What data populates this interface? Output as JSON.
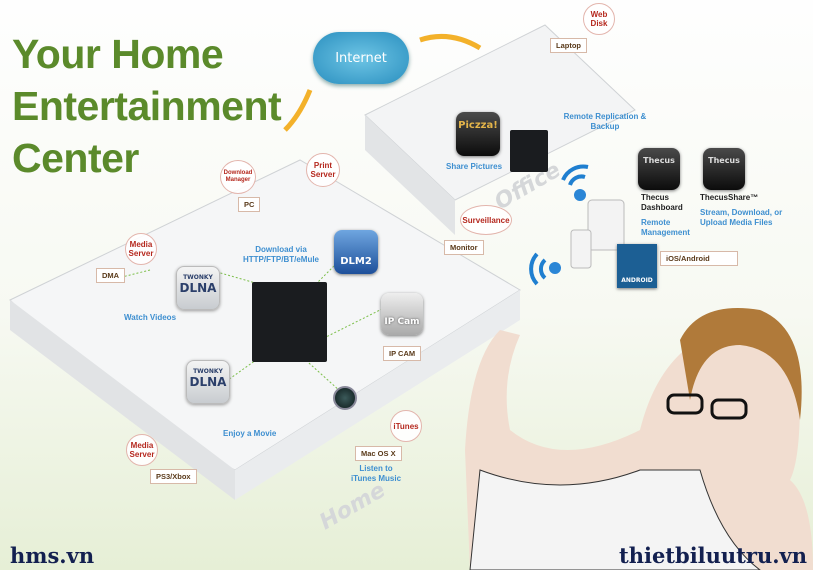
{
  "title": {
    "line1": "Your Home",
    "line2": "Entertainment",
    "line3": "Center"
  },
  "cloud_label": "Internet",
  "bubbles": {
    "web_disk": "Web Disk",
    "download_manager": "Download Manager",
    "print_server": "Print Server",
    "media_server_top": "Media Server",
    "surveillance": "Surveillance",
    "media_server_bottom": "Media Server",
    "itunes": "iTunes"
  },
  "boxes": {
    "laptop": "Laptop",
    "pc": "PC",
    "dma": "DMA",
    "monitor": "Monitor",
    "ip_cam": "IP CAM",
    "mac_os_x": "Mac OS X",
    "ps3_xbox": "PS3/Xbox",
    "ios_android": "iOS/Android"
  },
  "captions": {
    "remote_replication": "Remote Replication & Backup",
    "share_pictures": "Share Pictures",
    "download_via": "Download via HTTP/FTP/BT/eMule",
    "watch_videos": "Watch Videos",
    "enjoy_movie": "Enjoy a Movie",
    "listen_itunes": "Listen to iTunes Music",
    "remote_management": "Remote Management",
    "stream_download": "Stream, Download, or Upload Media Files"
  },
  "apps": {
    "piczza": "Piczza!",
    "thecus_dashboard": "Thecus Dashboard",
    "thecus_share": "ThecusShare™",
    "thecus_logo": "Thecus",
    "dlm2": "DLM2",
    "dlna_top": "DLNA",
    "dlna_bottom": "DLNA",
    "twonky": "TWONKY",
    "ip_cam_app": "IP Cam",
    "android": "ANDROID"
  },
  "room_labels": {
    "office": "Office",
    "home": "Home"
  },
  "footer": {
    "left": "hms.vn",
    "right": "thietbiluutru.vn"
  }
}
